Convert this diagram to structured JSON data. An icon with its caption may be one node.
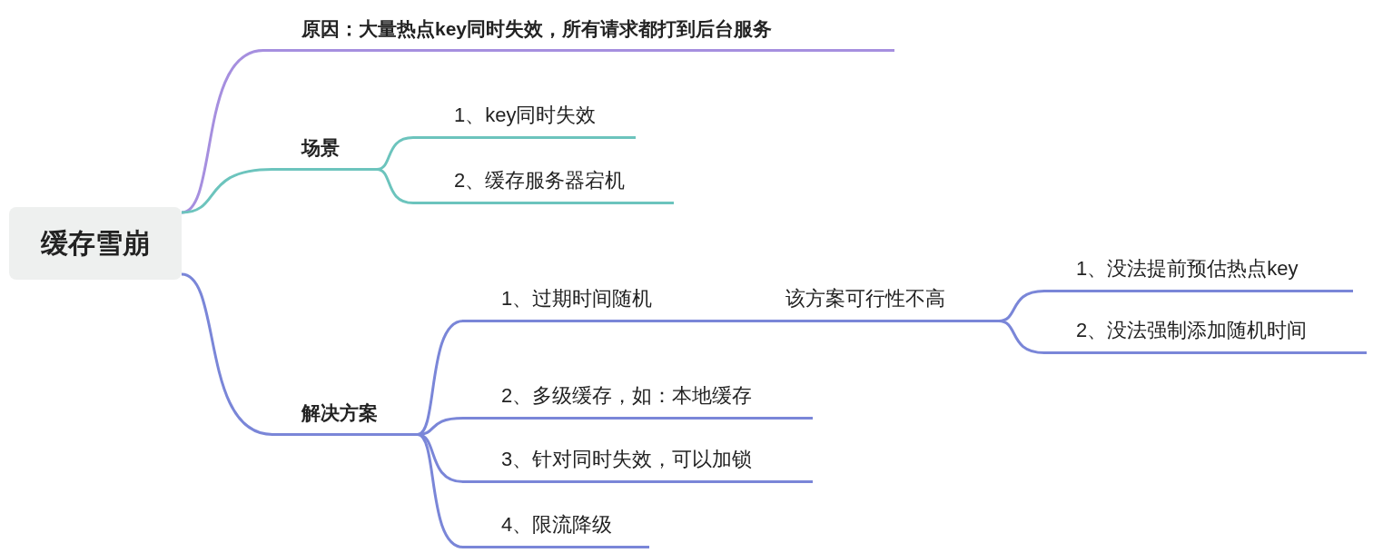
{
  "diagram": {
    "nodes": [
      {
        "text": [
          "缓存雪崩"
        ]
      },
      {
        "text": [
          "原因：大量热点key同时失效，所有请求都打到后台服务"
        ]
      },
      {
        "text": [
          "场景"
        ]
      },
      {
        "text": [
          "1、key同时失效"
        ]
      },
      {
        "text": [
          "2、缓存服务器宕机"
        ]
      },
      {
        "text": [
          "解决方案"
        ]
      },
      {
        "text": [
          "1、过期时间随机"
        ]
      },
      {
        "text": [
          "该方案可行性不高"
        ]
      },
      {
        "text": [
          "1、没法提前预估热点key"
        ]
      },
      {
        "text": [
          "2、没法强制添加随机时间"
        ]
      },
      {
        "text": [
          "2、多级缓存，如：本地缓存"
        ]
      },
      {
        "text": [
          "3、针对同时失效，可以加锁"
        ]
      },
      {
        "text": [
          "4、限流降级"
        ]
      }
    ],
    "edges": [
      {
        "from": 0,
        "to": 1,
        "arrow": "none",
        "color": "#a68fdf"
      },
      {
        "from": 0,
        "to": 2,
        "arrow": "none",
        "color": "#6cc4bd"
      },
      {
        "from": 2,
        "to": 3,
        "arrow": "none",
        "color": "#6cc4bd"
      },
      {
        "from": 2,
        "to": 4,
        "arrow": "none",
        "color": "#6cc4bd"
      },
      {
        "from": 0,
        "to": 5,
        "arrow": "none"
      },
      {
        "from": 5,
        "to": 6,
        "arrow": "none"
      },
      {
        "from": 6,
        "to": 7,
        "arrow": "none"
      },
      {
        "from": 7,
        "to": 8,
        "arrow": "none"
      },
      {
        "from": 7,
        "to": 9,
        "arrow": "none"
      },
      {
        "from": 5,
        "to": 10,
        "arrow": "none"
      },
      {
        "from": 5,
        "to": 11,
        "arrow": "none"
      },
      {
        "from": 5,
        "to": 12,
        "arrow": "none"
      }
    ]
  }
}
